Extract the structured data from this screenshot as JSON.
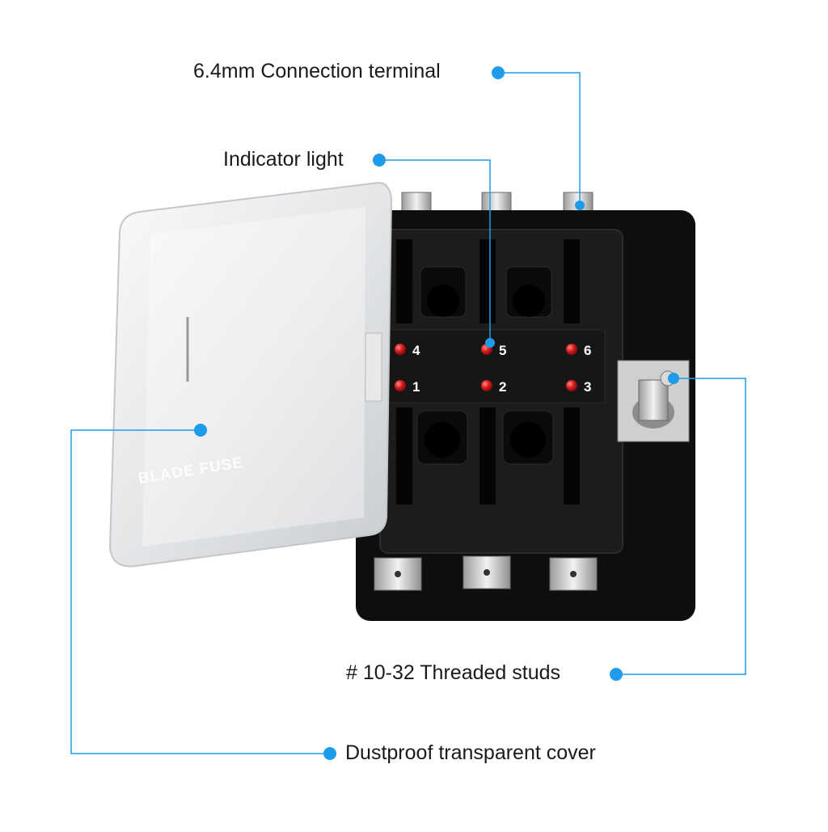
{
  "callouts": {
    "terminal": "6.4mm Connection terminal",
    "indicator": "Indicator light",
    "studs": "# 10-32 Threaded studs",
    "cover": "Dustproof transparent cover"
  },
  "cover_text": "BLADE FUSE",
  "indicators": {
    "top": [
      "4",
      "5",
      "6"
    ],
    "bottom": [
      "1",
      "2",
      "3"
    ]
  },
  "colors": {
    "callout_blue": "#1e9be9",
    "led_red": "#d81b1b",
    "body_black": "#121212"
  }
}
